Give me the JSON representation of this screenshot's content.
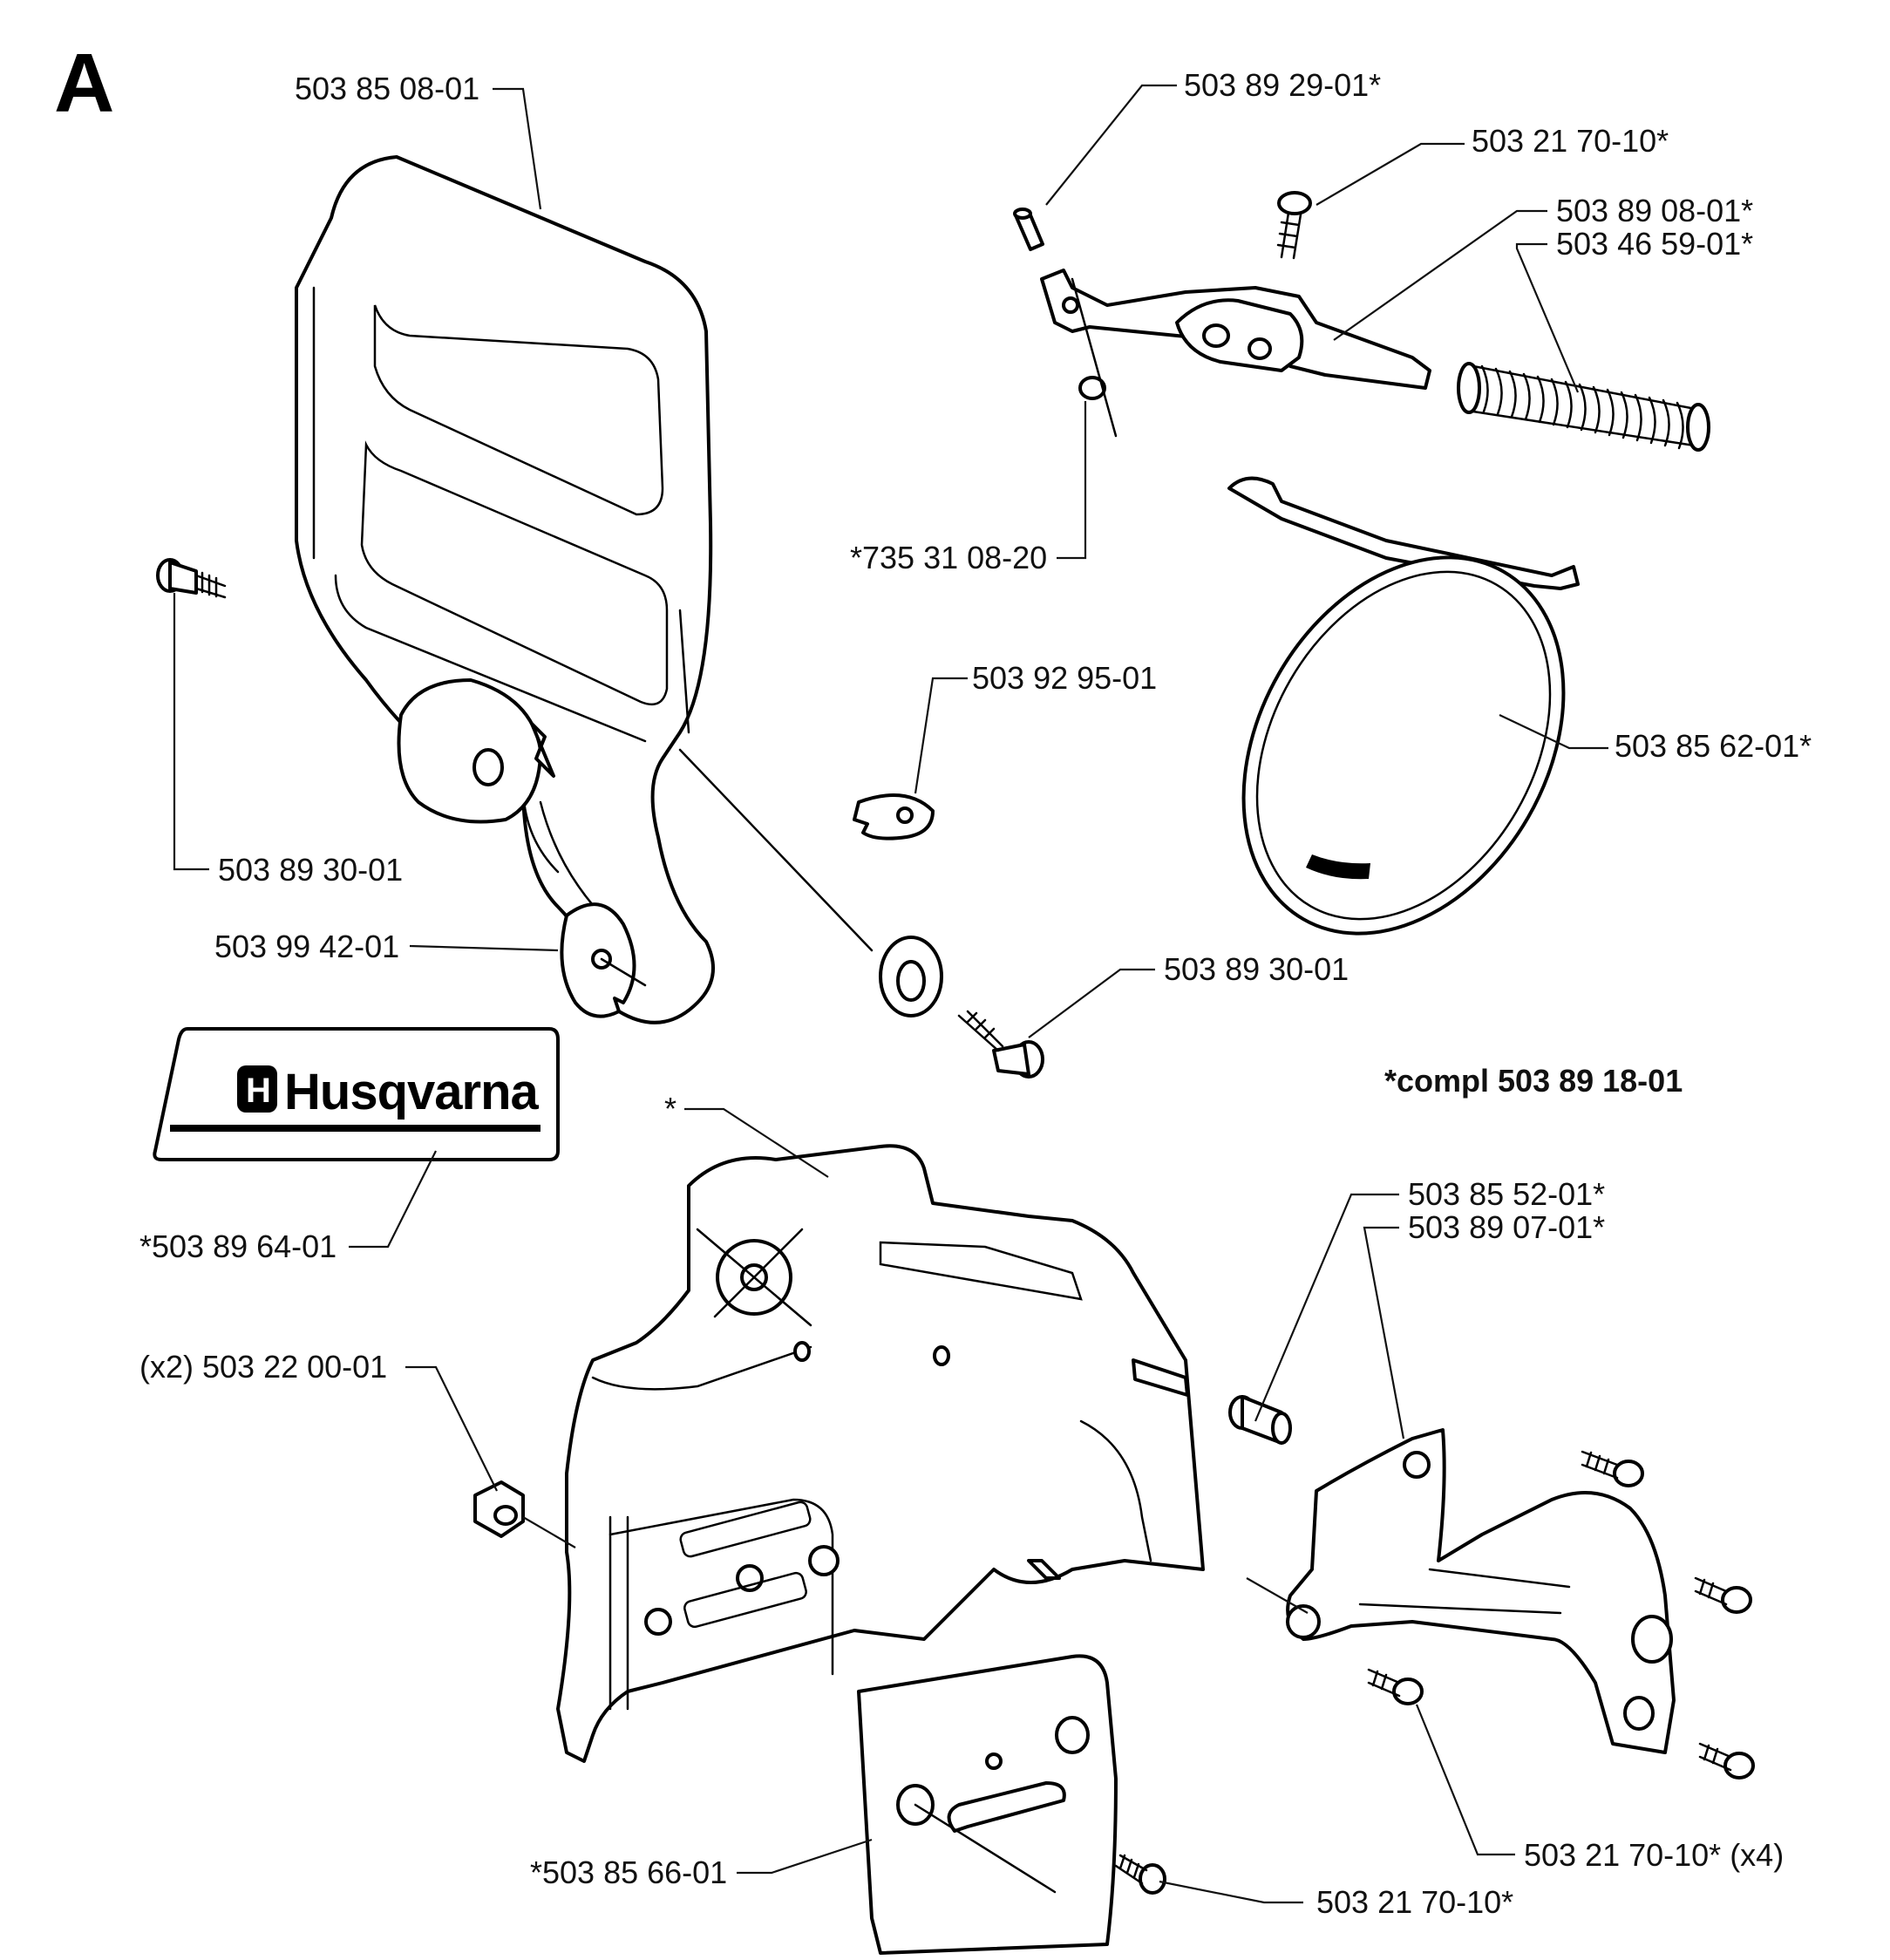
{
  "section_letter": "A",
  "note": "*compl 503 89 18-01",
  "brand": {
    "name": "Husqvarna"
  },
  "labels": {
    "chain_brake_handle": "503 85 08-01",
    "pin": "503 89 29-01*",
    "screw_top": "503 21 70-10*",
    "brake_lever": "503 89 08-01*",
    "spring": "503 46 59-01*",
    "circlip": "*735 31 08-20",
    "washer_right": "503 92 95-01",
    "brake_band": "503 85 62-01*",
    "screw_left": "503 89 30-01",
    "washer_left": "503 99 42-01",
    "screw_right": "503 89 30-01",
    "decal": "*503 89 64-01",
    "cover": "*",
    "sleeve": "503 85 52-01*",
    "guard": "503 89 07-01*",
    "nut": "(x2) 503 22 00-01",
    "plate": "*503 85 66-01",
    "screw_bottom": "503 21 70-10*",
    "screws_x4": "503 21 70-10* (x4)"
  }
}
